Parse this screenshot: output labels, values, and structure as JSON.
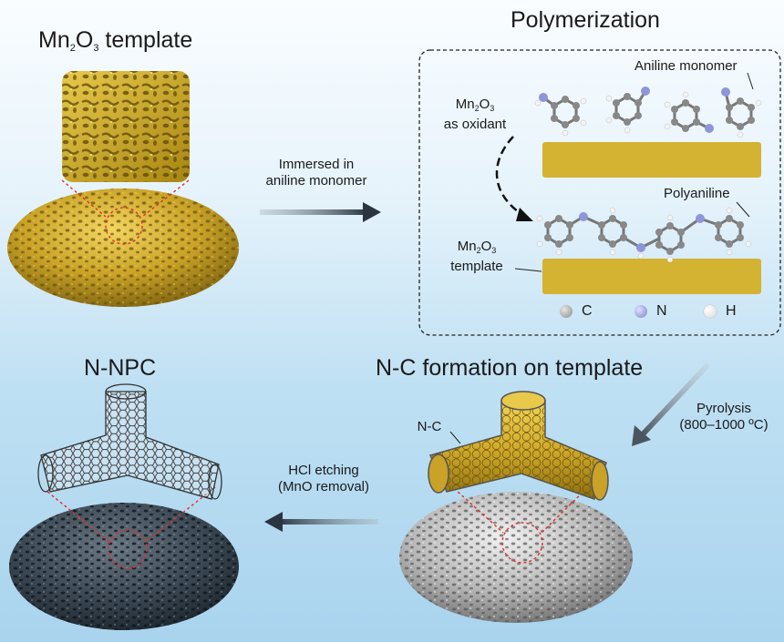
{
  "titles": {
    "template_prefix": "Mn",
    "template_sub1": "2",
    "template_mid": "O",
    "template_sub2": "3",
    "template_suffix": " template",
    "polymerization": "Polymerization",
    "nnpc": "N-NPC",
    "nc_formation": "N-C formation on template"
  },
  "arrows": {
    "immersed_line1": "Immersed in",
    "immersed_line2": "aniline monomer",
    "pyrolysis_line1": "Pyrolysis",
    "pyrolysis_line2": "(800–1000 ºC)",
    "hcl_line1": "HCl etching",
    "hcl_line2": "(MnO removal)"
  },
  "polymer_box": {
    "aniline_monomer": "Aniline monomer",
    "oxidant_prefix": "Mn",
    "oxidant_sub1": "2",
    "oxidant_mid": "O",
    "oxidant_sub2": "3",
    "oxidant_line2": "as oxidant",
    "polyaniline": "Polyaniline",
    "template_prefix": "Mn",
    "template_sub1": "2",
    "template_mid": "O",
    "template_sub2": "3",
    "template_line2": "template"
  },
  "legend": [
    {
      "symbol": "C",
      "color": "#9a9a9a"
    },
    {
      "symbol": "N",
      "color": "#8e95d8"
    },
    {
      "symbol": "H",
      "color": "#f4f4f4"
    }
  ],
  "nc_label": "N-C",
  "colors": {
    "gold": "#c9a227",
    "gold_dark": "#9a7a12",
    "bar_gold": "#d4b232",
    "dark_sphere": "#3a4752",
    "gray_sphere": "#b5b5b5",
    "zoom_line": "#e0302a"
  }
}
